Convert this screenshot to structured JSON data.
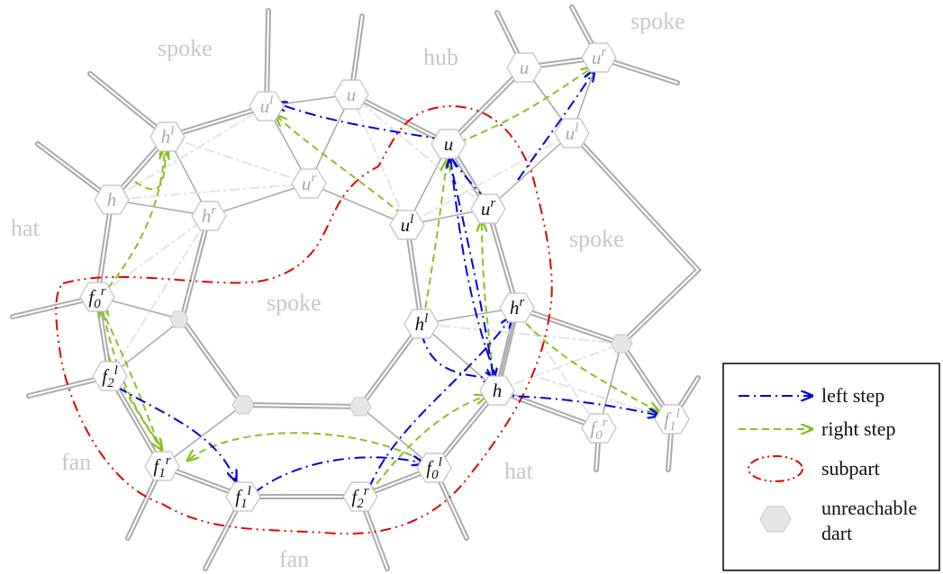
{
  "regions": {
    "spoke_top_left": "spoke",
    "hub": "hub",
    "spoke_top_right": "spoke",
    "hat_left": "hat",
    "spoke_center": "spoke",
    "spoke_right": "spoke",
    "fan_left": "fan",
    "hat_bottom": "hat",
    "fan_bottom": "fan"
  },
  "nodes": {
    "u_l_top": {
      "base": "u",
      "sup": "l",
      "sub": ""
    },
    "u_top": {
      "base": "u",
      "sup": "",
      "sub": ""
    },
    "h_l_left": {
      "base": "h",
      "sup": "l",
      "sub": ""
    },
    "h_left": {
      "base": "h",
      "sup": "",
      "sub": ""
    },
    "h_r_left": {
      "base": "h",
      "sup": "r",
      "sub": ""
    },
    "u_r_mid": {
      "base": "u",
      "sup": "r",
      "sub": ""
    },
    "u_main": {
      "base": "u",
      "sup": "",
      "sub": ""
    },
    "u_l_main": {
      "base": "u",
      "sup": "l",
      "sub": ""
    },
    "u_r_main": {
      "base": "u",
      "sup": "r",
      "sub": ""
    },
    "u_far": {
      "base": "u",
      "sup": "",
      "sub": ""
    },
    "u_r_far": {
      "base": "u",
      "sup": "r",
      "sub": ""
    },
    "u_l_far": {
      "base": "u",
      "sup": "l",
      "sub": ""
    },
    "h_l_main": {
      "base": "h",
      "sup": "l",
      "sub": ""
    },
    "h_r_main": {
      "base": "h",
      "sup": "r",
      "sub": ""
    },
    "h_main": {
      "base": "h",
      "sup": "",
      "sub": ""
    },
    "f0_r": {
      "base": "f",
      "sup": "r",
      "sub": "0"
    },
    "f2_l": {
      "base": "f",
      "sup": "l",
      "sub": "2"
    },
    "f1_r": {
      "base": "f",
      "sup": "r",
      "sub": "1"
    },
    "f1_l": {
      "base": "f",
      "sup": "l",
      "sub": "1"
    },
    "f2_r": {
      "base": "f",
      "sup": "r",
      "sub": "2"
    },
    "f0_l": {
      "base": "f",
      "sup": "l",
      "sub": "0"
    },
    "f0_r_far": {
      "base": "f",
      "sup": "r",
      "sub": "0"
    },
    "f1_l_far": {
      "base": "f",
      "sup": "l",
      "sub": "1"
    }
  },
  "legend": {
    "left_step": "left step",
    "right_step": "right step",
    "subpart": "subpart",
    "unreachable_line1": "unreachable",
    "unreachable_line2": "dart"
  },
  "colors": {
    "left_step": "#0000dd",
    "right_step": "#88c020",
    "subpart": "#e00000",
    "edge": "#aaaaaa",
    "faded_edge": "#e2e2e2",
    "node_fill": "#ffffff",
    "node_stroke": "#c0c0c0",
    "unreachable_fill": "#e6e6e6"
  }
}
